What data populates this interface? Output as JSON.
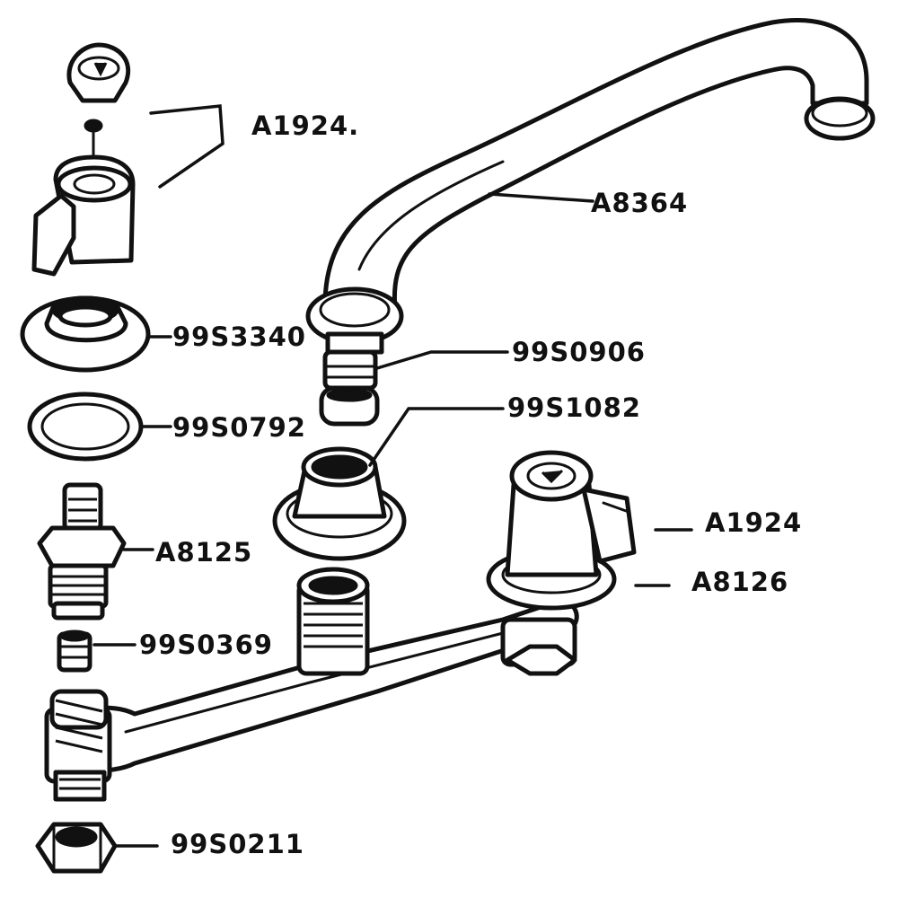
{
  "labels": {
    "handle_left": "A1924.",
    "spout": "A8364",
    "flange": "99S3340",
    "spout_nipple": "99S0906",
    "gasket": "99S0792",
    "spout_collar": "99S1082",
    "handle_right": "A1924",
    "stem_left": "A8125",
    "stem_right": "A8126",
    "seat": "99S0369",
    "locknut": "99S0211"
  },
  "colors": {
    "line": "#111111",
    "background": "#ffffff"
  }
}
